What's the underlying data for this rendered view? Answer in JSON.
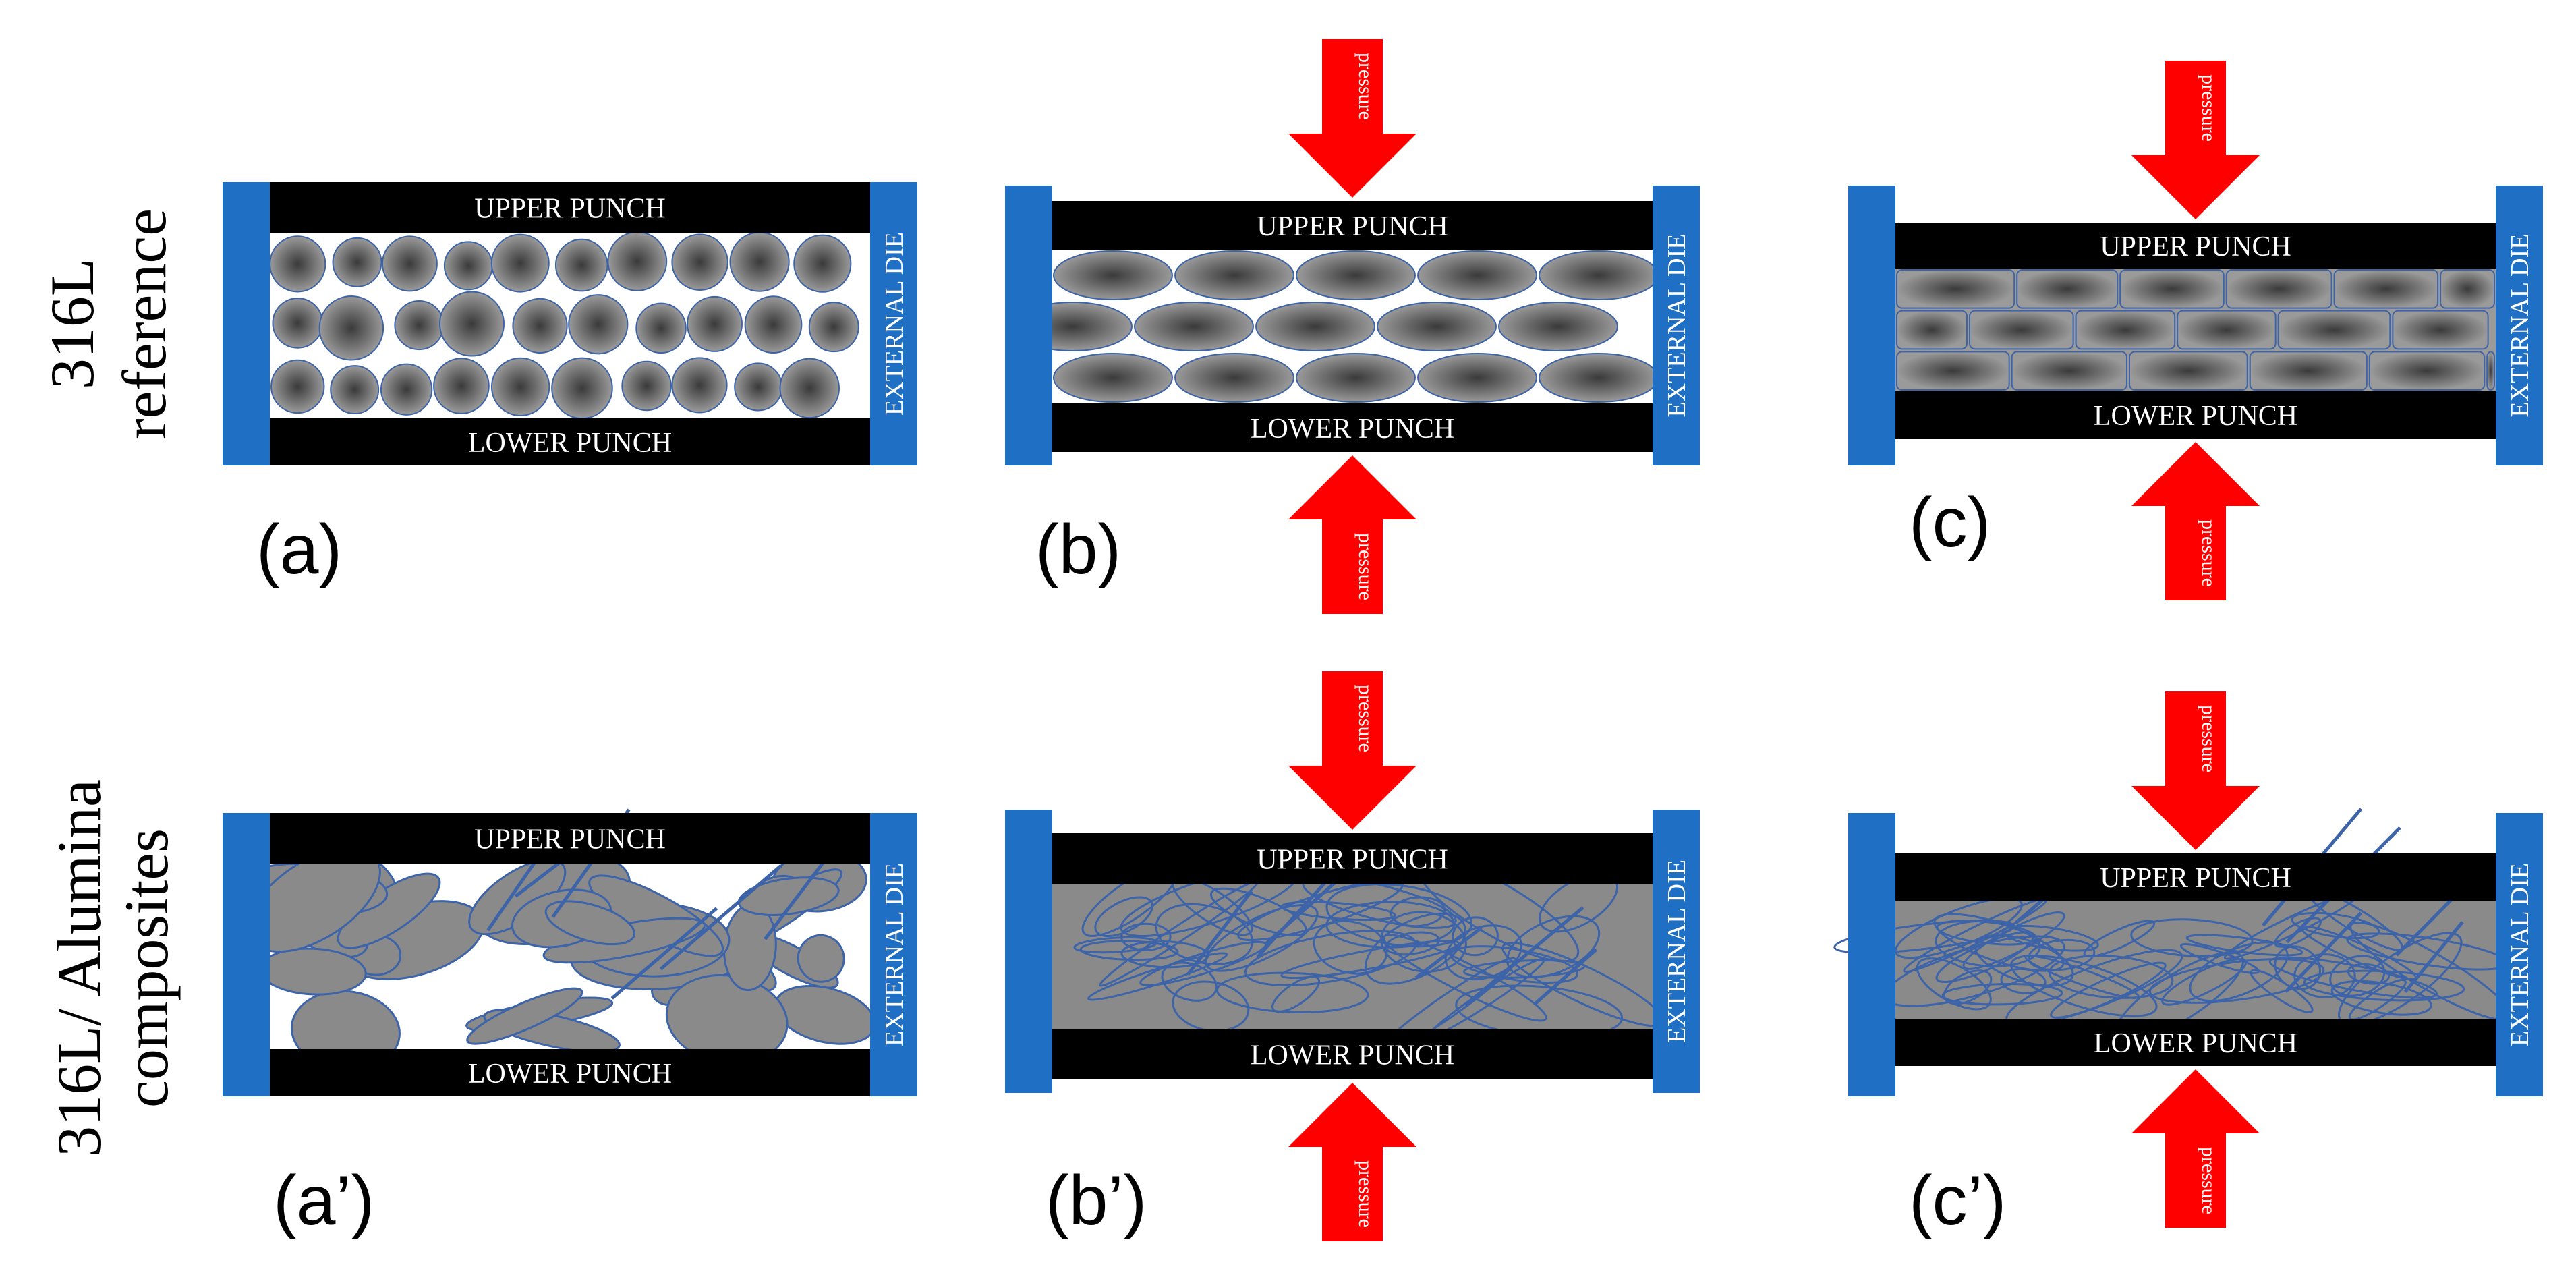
{
  "rows": [
    {
      "label_line1": "316L",
      "label_line2": "reference"
    },
    {
      "label_line1": "316L/ Alumina",
      "label_line2": "composites"
    }
  ],
  "labels": {
    "upper_punch": "UPPER PUNCH",
    "lower_punch": "LOWER PUNCH",
    "external_die": "EXTERNAL DIE",
    "pressure": "pressure"
  },
  "panels": [
    {
      "id": "a",
      "label": "(a)",
      "stage": "loose",
      "material": "316L"
    },
    {
      "id": "b",
      "label": "(b)",
      "stage": "pressed",
      "material": "316L"
    },
    {
      "id": "c",
      "label": "(c)",
      "stage": "compacted",
      "material": "316L"
    },
    {
      "id": "a2",
      "label": "(a’)",
      "stage": "loose",
      "material": "composite"
    },
    {
      "id": "b2",
      "label": "(b’)",
      "stage": "pressed",
      "material": "composite"
    },
    {
      "id": "c2",
      "label": "(c’)",
      "stage": "compacted",
      "material": "composite"
    }
  ],
  "colors": {
    "die": "#1f6fc4",
    "punch": "#000000",
    "arrow": "#ff0000",
    "particle_dark": "#3f3f3f",
    "particle_light": "#8c8c8c",
    "composite_fill": "#8a8a8a",
    "outline": "#3d63a8"
  }
}
